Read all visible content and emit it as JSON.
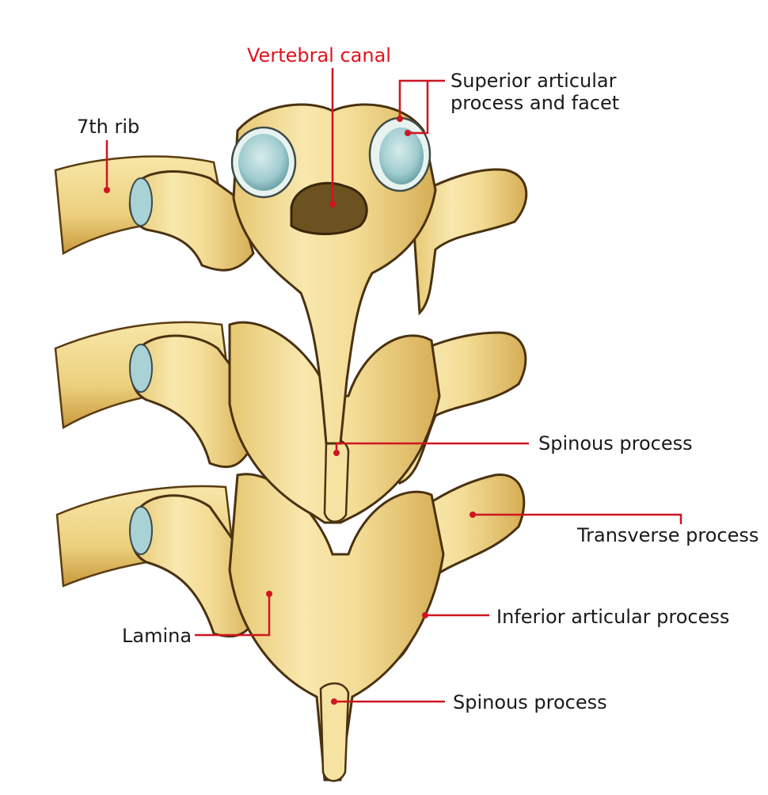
{
  "diagram": {
    "labels": {
      "vertebral_canal": "Vertebral canal",
      "superior_articular": "Superior articular",
      "process_and_facet": "process and facet",
      "seventh_rib": "7th rib",
      "spinous_process_upper": "Spinous process",
      "transverse_process": "Transverse process",
      "inferior_articular_process": "Inferior articular process",
      "lamina": "Lamina",
      "spinous_process_lower": "Spinous process"
    },
    "colors": {
      "bone": "#f3dc95",
      "bone_light": "#fbf0c4",
      "bone_shadow": "#c99a3c",
      "bone_dark": "#5a3d12",
      "cartilage": "#a9d2d6",
      "cartilage_rim": "#e8f3f0",
      "rib": "#f0d78a",
      "leader": "#cf1520",
      "accent_text": "#e0141e"
    }
  }
}
